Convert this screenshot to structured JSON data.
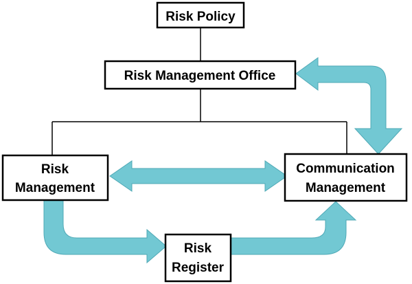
{
  "diagram": {
    "nodes": {
      "risk_policy": {
        "lines": [
          "Risk Policy"
        ]
      },
      "risk_management_office": {
        "lines": [
          "Risk Management Office"
        ]
      },
      "risk_management": {
        "lines": [
          "Risk",
          "Management"
        ]
      },
      "communication_management": {
        "lines": [
          "Communication",
          "Management"
        ]
      },
      "risk_register": {
        "lines": [
          "Risk",
          "Register"
        ]
      }
    },
    "edges": [
      {
        "from": "risk_policy",
        "to": "risk_management_office",
        "kind": "line"
      },
      {
        "from": "risk_management_office",
        "to": "risk_management",
        "kind": "line"
      },
      {
        "from": "risk_management_office",
        "to": "communication_management",
        "kind": "line"
      },
      {
        "from": "risk_management",
        "to": "communication_management",
        "kind": "double-arrow"
      },
      {
        "from": "communication_management",
        "to": "risk_management_office",
        "kind": "double-arrow"
      },
      {
        "from": "risk_management",
        "to": "risk_register",
        "kind": "arrow"
      },
      {
        "from": "risk_register",
        "to": "communication_management",
        "kind": "arrow"
      }
    ],
    "colors": {
      "arrow_fill": "#72c8d3",
      "arrow_stroke": "#4fa9b6",
      "box_border": "#000000",
      "text": "#000000"
    }
  }
}
